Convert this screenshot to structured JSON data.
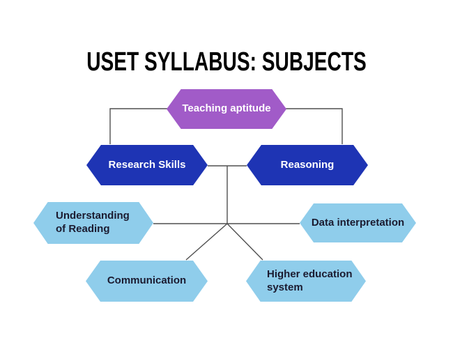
{
  "title": "USET SYLLABUS: SUBJECTS",
  "colors": {
    "background": "#ffffff",
    "purple": "#a15bc8",
    "dark_blue": "#1e34b4",
    "light_blue": "#8fcdeb",
    "connector": "#4f4f4f",
    "title_text": "#000000",
    "light_label_text": "#ffffff",
    "dark_label_text": "#1b1b30"
  },
  "nodes": [
    {
      "id": "teaching-aptitude",
      "label": "Teaching aptitude",
      "variant": "purple"
    },
    {
      "id": "research-skills",
      "label": "Research Skills",
      "variant": "dark-blue"
    },
    {
      "id": "reasoning",
      "label": "Reasoning",
      "variant": "dark-blue"
    },
    {
      "id": "understanding-of-reading",
      "label": "Understanding of Reading",
      "variant": "light-blue"
    },
    {
      "id": "data-interpretation",
      "label": "Data interpretation",
      "variant": "light-blue"
    },
    {
      "id": "communication",
      "label": "Communication",
      "variant": "light-blue"
    },
    {
      "id": "higher-education-system",
      "label": "Higher education system",
      "variant": "light-blue"
    }
  ]
}
